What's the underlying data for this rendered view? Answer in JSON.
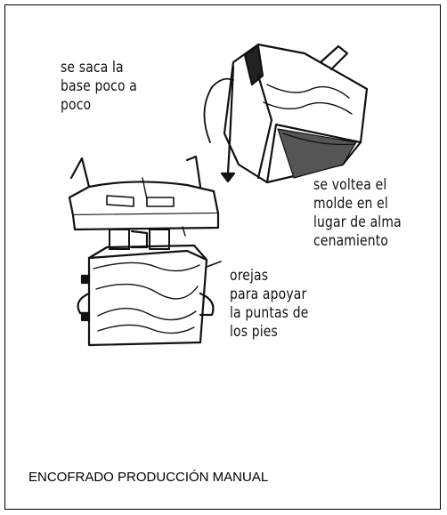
{
  "labels": {
    "base_removal": "se saca la\nbase poco a\npoco",
    "mold_flip": "se voltea el\nmolde en el\nlugar de alma\ncenamiento",
    "ears": "orejas\npara apoyar\nla puntas de\nlos pies"
  },
  "caption": "ENCOFRADO PRODUCCIÓN MANUAL",
  "colors": {
    "ink": "#111111",
    "frame": "#000000"
  }
}
